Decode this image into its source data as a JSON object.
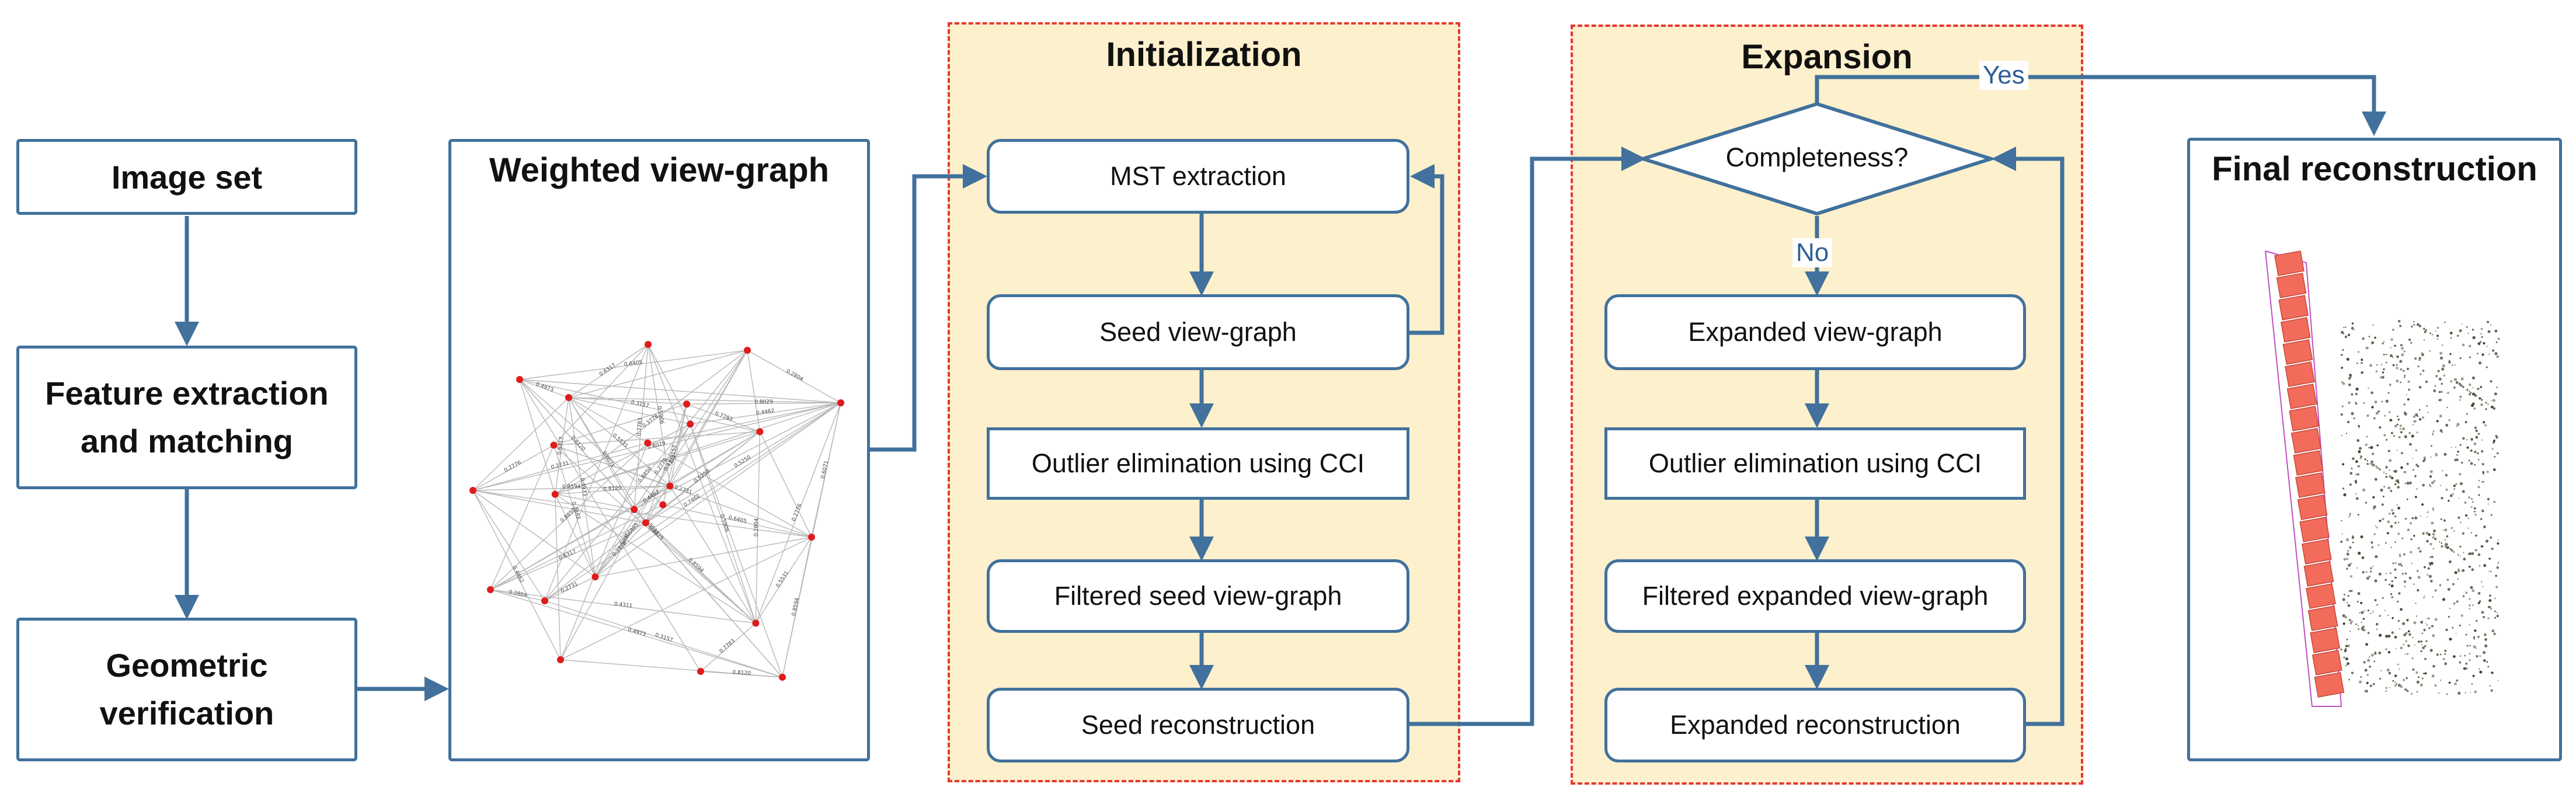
{
  "left_column": {
    "image_set": "Image set",
    "feature_line1": "Feature extraction",
    "feature_line2": "and matching",
    "geometric_line1": "Geometric",
    "geometric_line2": "verification"
  },
  "view_graph": {
    "title": "Weighted view-graph",
    "edge_weights": [
      "0.8029",
      "0.4462",
      "0.2776",
      "0.8594",
      "0.2731",
      "0.6405",
      "0.5531",
      "0.8120",
      "0.4973",
      "0.3157",
      "0.7783",
      "0.5906",
      "0.6317",
      "0.2804",
      "0.8850",
      "0.4311",
      "0.3778",
      "0.6071",
      "0.5250",
      "0.7462"
    ]
  },
  "initialization": {
    "title": "Initialization",
    "steps": [
      "MST extraction",
      "Seed view-graph",
      "Outlier elimination using CCI",
      "Filtered seed view-graph",
      "Seed reconstruction"
    ]
  },
  "expansion": {
    "title": "Expansion",
    "decision": "Completeness?",
    "yes_label": "Yes",
    "no_label": "No",
    "steps": [
      "Expanded view-graph",
      "Outlier elimination using CCI",
      "Filtered expanded view-graph",
      "Expanded reconstruction"
    ]
  },
  "final": {
    "title": "Final reconstruction"
  },
  "colors": {
    "box_border": "#41719c",
    "panel_fill": "#fdf0cc",
    "panel_border": "#e53935",
    "camera_fill": "#f26b5b",
    "graph_node": "#e01b1b"
  }
}
